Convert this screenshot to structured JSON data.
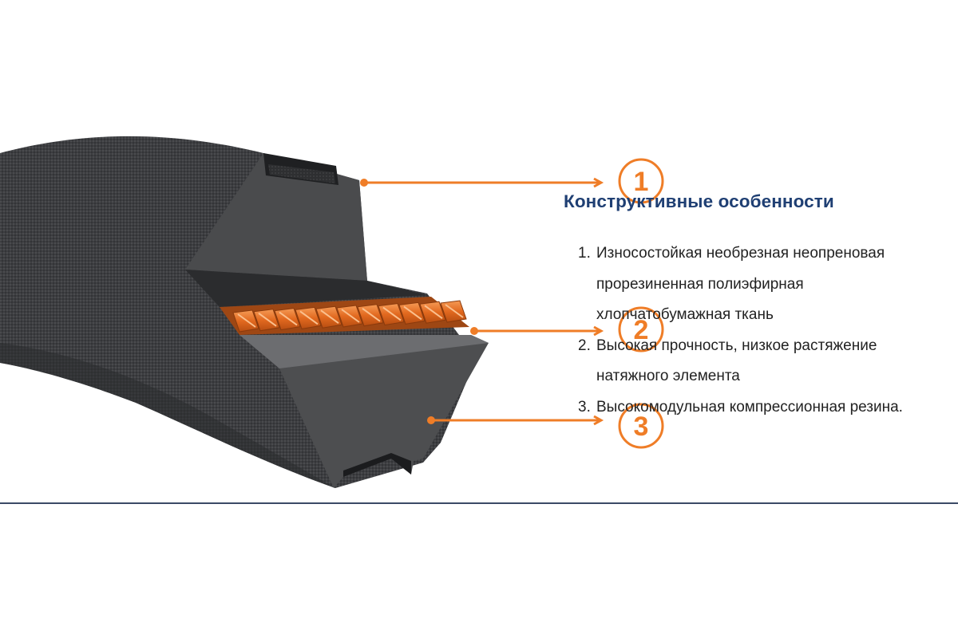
{
  "title": "Конструктивные особенности",
  "features": [
    {
      "number": "1.",
      "lines": [
        "Износостойкая необрезная неопреновая",
        "прорезиненная полиэфирная",
        "хлопчатобумажная ткань"
      ]
    },
    {
      "number": "2.",
      "lines": [
        "Высокая прочность, низкое растяжение",
        "натяжного элемента"
      ]
    },
    {
      "number": "3.",
      "lines": [
        "Высокомодульная компрессионная резина."
      ]
    }
  ],
  "callouts": [
    "1",
    "2",
    "3"
  ],
  "colors": {
    "accent_orange": "#ef7d27",
    "title_blue": "#1f3f73",
    "belt_dark": "#3a3b3d",
    "divider": "#3b4a66"
  }
}
